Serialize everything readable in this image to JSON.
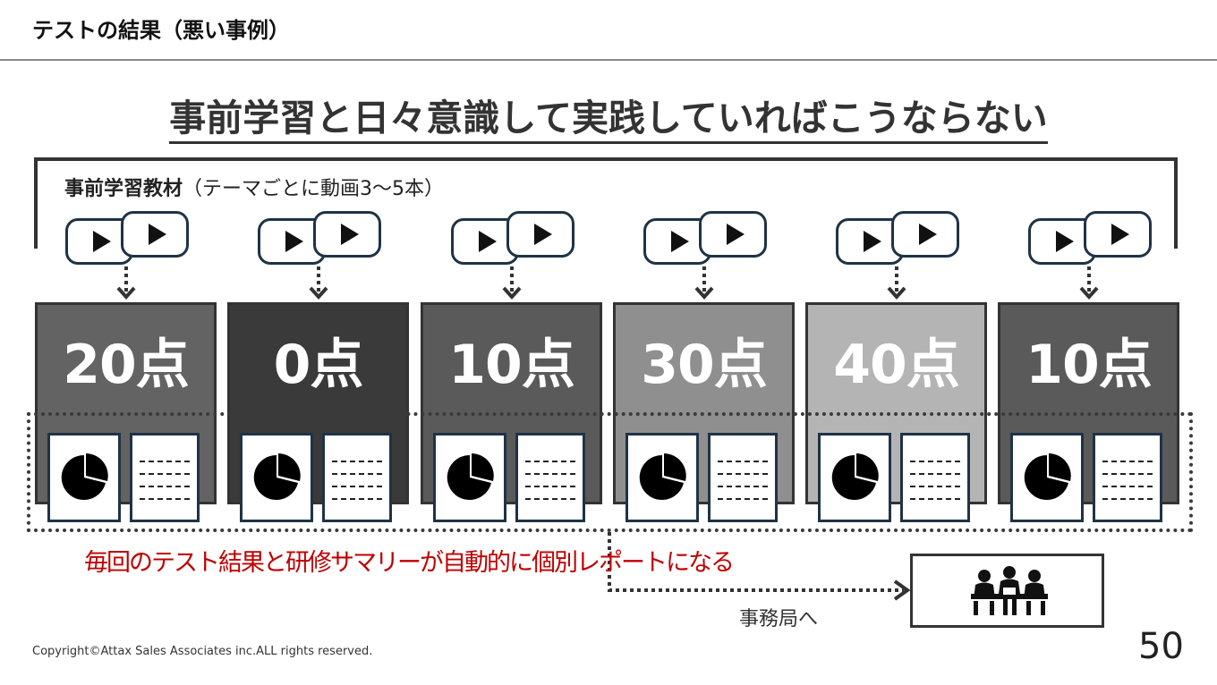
{
  "header": {
    "title": "テストの結果（悪い事例）"
  },
  "headline": "事前学習と日々意識して実践していればこうならない",
  "materials": {
    "label_bold": "事前学習教材",
    "label_rest": "（テーマごとに動画3～5本）"
  },
  "scores": [
    {
      "label": "20点",
      "fill": "#636363"
    },
    {
      "label": "0点",
      "fill": "#3a3a3a"
    },
    {
      "label": "10点",
      "fill": "#5a5a5a"
    },
    {
      "label": "30点",
      "fill": "#8f8f8f"
    },
    {
      "label": "40点",
      "fill": "#b4b4b4"
    },
    {
      "label": "10点",
      "fill": "#5a5a5a"
    }
  ],
  "note": "毎回のテスト結果と研修サマリーが自動的に個別レポートになる",
  "office_label": "事務局へ",
  "icons": {
    "play": "play-button-icon",
    "chart_doc": "pie-chart-document-icon",
    "text_doc": "text-document-icon",
    "meeting": "meeting-people-icon"
  },
  "footer": {
    "copyright": "Copyright©Attax Sales Associates inc.ALL rights reserved.",
    "page_number": "50"
  }
}
